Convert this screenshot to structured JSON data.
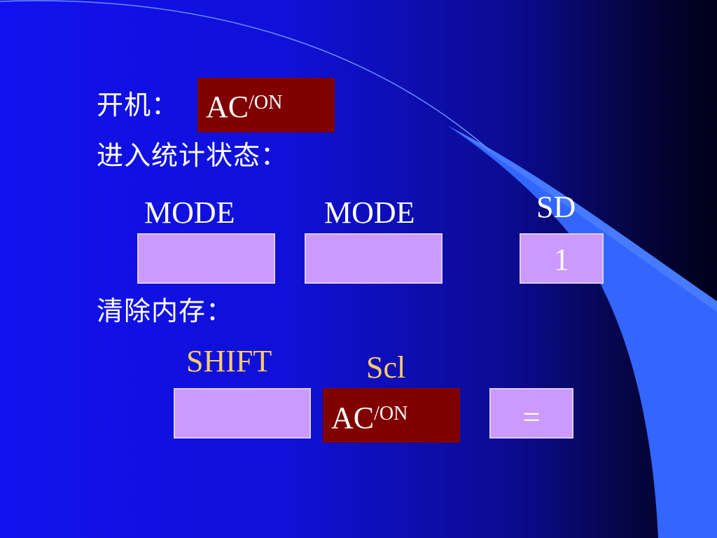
{
  "colors": {
    "background_left": "#1111ee",
    "background_right": "#000018",
    "ribbon": "#3366ff",
    "key_face": "#cc99ff",
    "key_red": "#800000",
    "label_white": "#ffffff",
    "label_gold": "#ffcc66"
  },
  "lines": {
    "power_on": "开机：",
    "stat_mode": "进入统计状态：",
    "clear_memory": "清除内存："
  },
  "power_on_key": {
    "main": "AC",
    "sup": "/ON"
  },
  "stat_keys": {
    "mode1_label": "MODE",
    "mode2_label": "MODE",
    "sd_label": "SD",
    "key3_face": "1"
  },
  "clear_keys": {
    "shift_label": "SHIFT",
    "scl_label": "Scl",
    "ac_main": "AC",
    "ac_sup": "/ON",
    "equals_face": "="
  }
}
